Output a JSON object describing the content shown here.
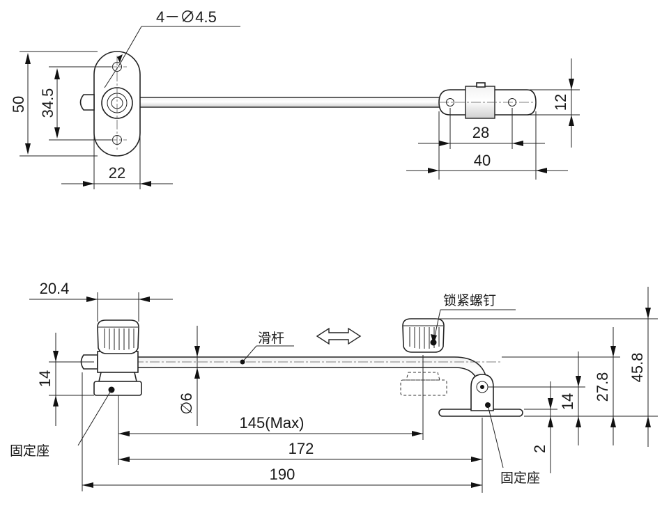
{
  "top_view": {
    "holes_callout": "4－∅4.5",
    "dim_height_overall": "50",
    "dim_hole_spacing_left": "34.5",
    "dim_base_width_left": "22",
    "dim_bracket_height_right": "12",
    "dim_hole_spacing_right": "28",
    "dim_bracket_length_right": "40"
  },
  "side_view": {
    "dim_knob_width": "20.4",
    "dim_base_height_left": "14",
    "dim_rod_diameter": "∅6",
    "dim_slide_travel": "145(Max)",
    "dim_length_mid": "172",
    "dim_length_overall": "190",
    "dim_height_overall": "45.8",
    "dim_height_rod": "27.8",
    "dim_height_pivot": "14",
    "dim_plate_thickness": "2",
    "label_slide_rod": "滑杆",
    "label_lock_screw": "锁紧螺钉",
    "label_fixed_seat_left": "固定座",
    "label_fixed_seat_right": "固定座"
  }
}
